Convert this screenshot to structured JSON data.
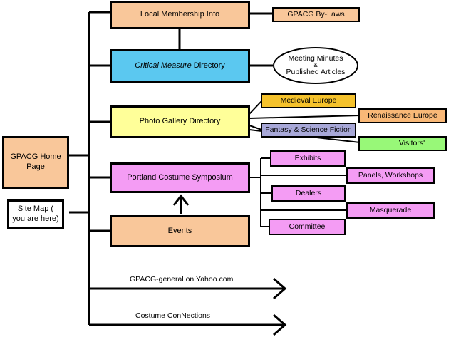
{
  "colors": {
    "orange": "#f9c79a",
    "blue": "#5bc8f0",
    "yellow": "#ffff99",
    "pink": "#f49cf4",
    "gold": "#f5c22c",
    "light_orange": "#f9b877",
    "lavender": "#a8a8d8",
    "green": "#98f878"
  },
  "nodes": {
    "home": "GPACG Home Page",
    "site_map": "Site Map ( you are here)",
    "local_membership": "Local Membership Info",
    "bylaws": "GPACG By-Laws",
    "critical_measure_italic": "Critical Measure",
    "critical_measure_rest": "Directory",
    "meeting_minutes_line1": "Meeting Minutes",
    "meeting_minutes_line2": "&",
    "meeting_minutes_line3": "Published Articles",
    "photo_gallery": "Photo Gallery Directory",
    "medieval": "Medieval Europe",
    "renaissance": "Renaissance Europe",
    "fantasy": "Fantasy & Science Fiction",
    "visitors": "Visitors'",
    "symposium": "Portland Costume Symposium",
    "exhibits": "Exhibits",
    "panels": "Panels, Workshops",
    "dealers": "Dealers",
    "masquerade": "Masquerade",
    "committee": "Committee",
    "events": "Events"
  },
  "links": {
    "yahoo": "GPACG-general on Yahoo.com",
    "connections": "Costume ConNections"
  }
}
